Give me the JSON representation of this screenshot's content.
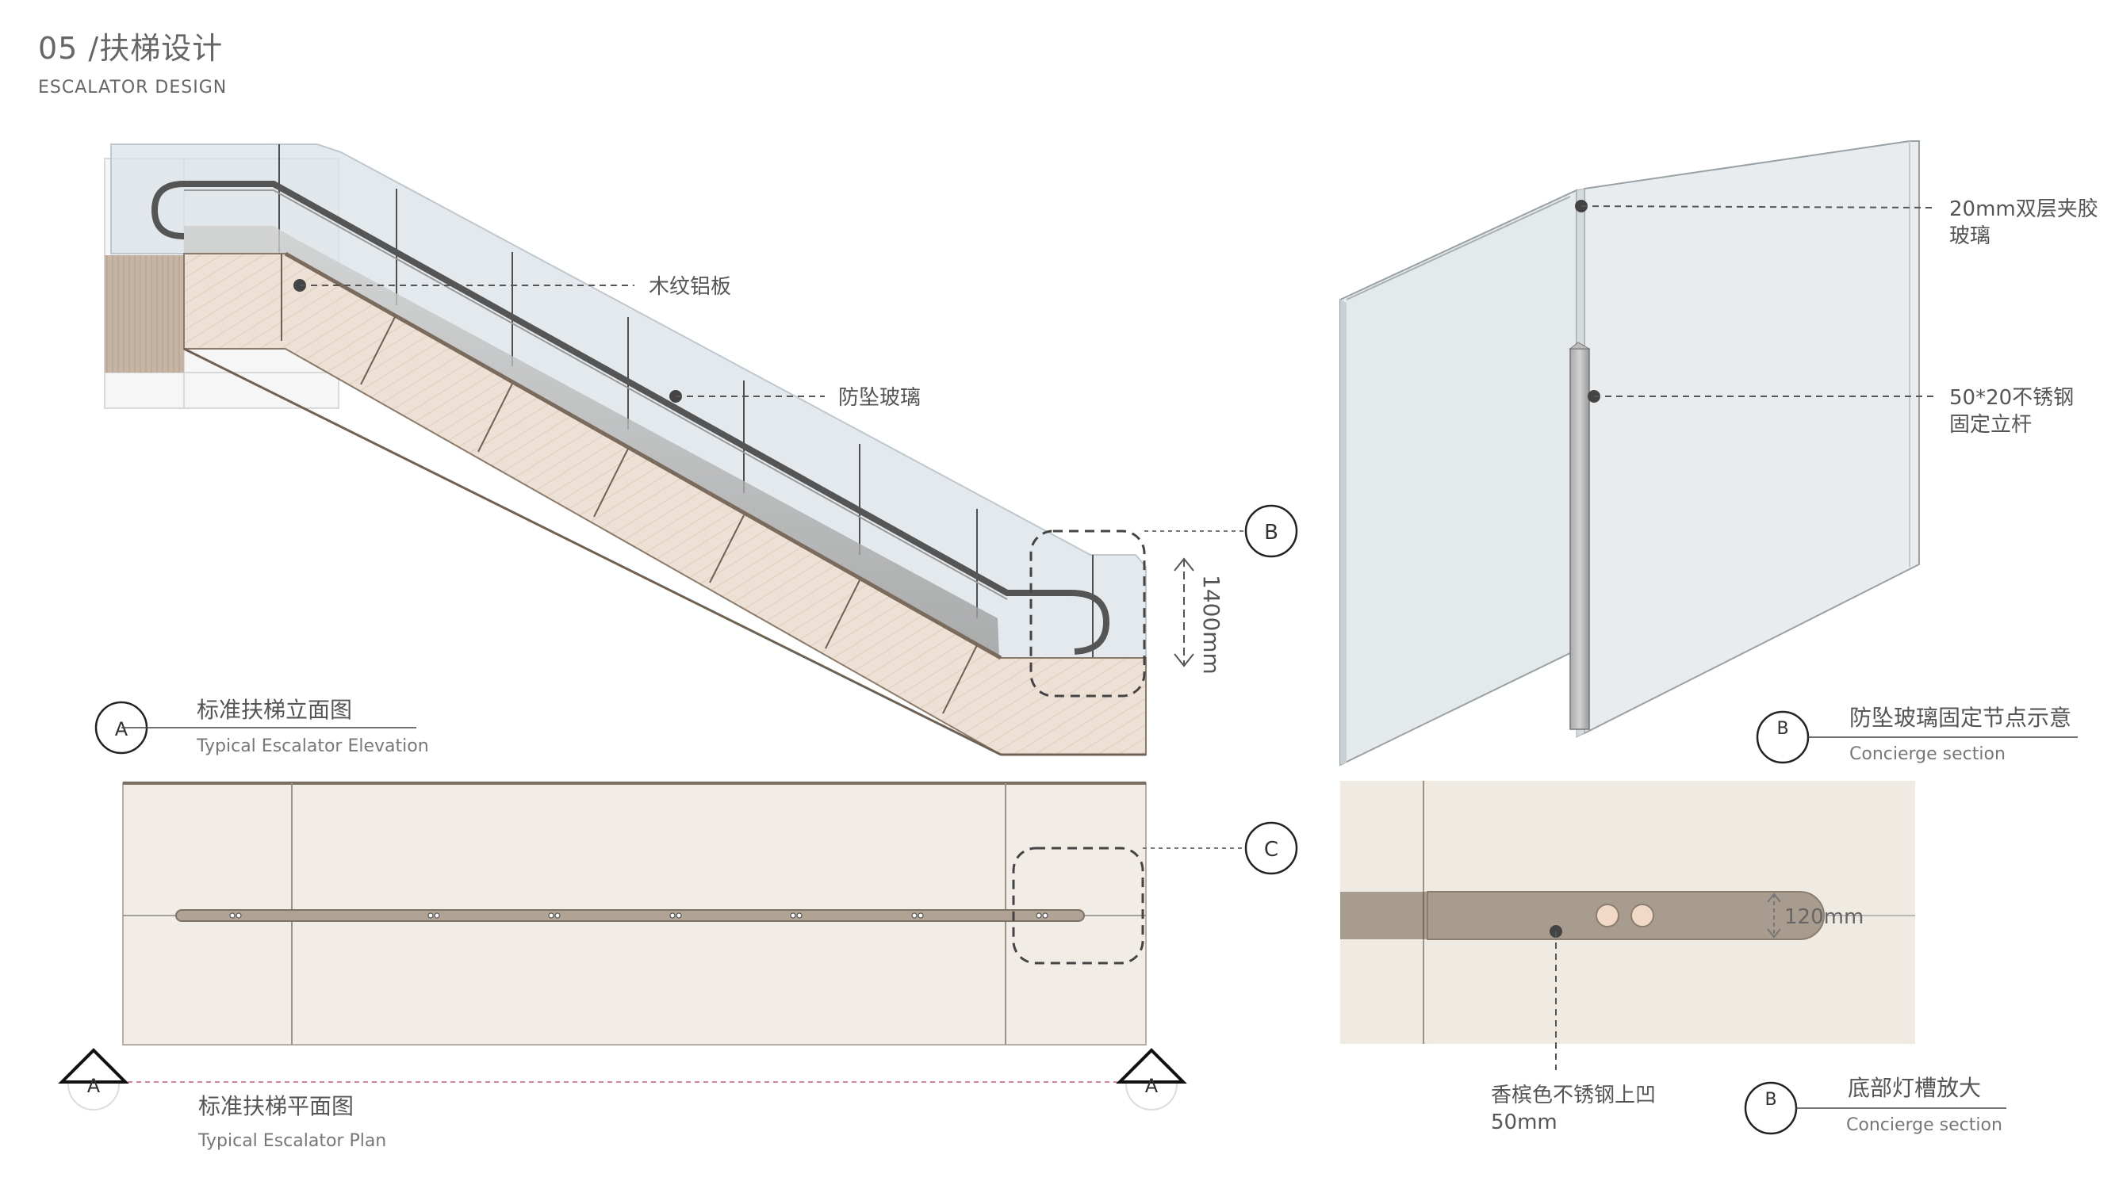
{
  "header": {
    "title": "05 /扶梯设计",
    "subtitle": "ESCALATOR DESIGN"
  },
  "elevation": {
    "marker": "A",
    "title_cn": "标准扶梯立面图",
    "title_en": "Typical Escalator Elevation",
    "label_wood": "木纹铝板",
    "label_glass": "防坠玻璃",
    "detail_marker": "B",
    "height_dim": "1400mm"
  },
  "plan": {
    "marker_left": "A",
    "marker_right": "A",
    "title_cn": "标准扶梯平面图",
    "title_en": "Typical Escalator Plan",
    "detail_marker": "C"
  },
  "detail_b": {
    "label_glass_l1": "20mm双层夹胶",
    "label_glass_l2": "玻璃",
    "label_post_l1": "50*20不锈钢",
    "label_post_l2": "固定立杆",
    "marker": "B",
    "title_cn": "防坠玻璃固定节点示意",
    "title_en": "Concierge section"
  },
  "detail_c": {
    "dim": "120mm",
    "label_l1": "香槟色不锈钢上凹",
    "label_l2": "50mm",
    "marker": "B",
    "title_cn": "底部灯槽放大",
    "title_en": "Concierge section"
  }
}
